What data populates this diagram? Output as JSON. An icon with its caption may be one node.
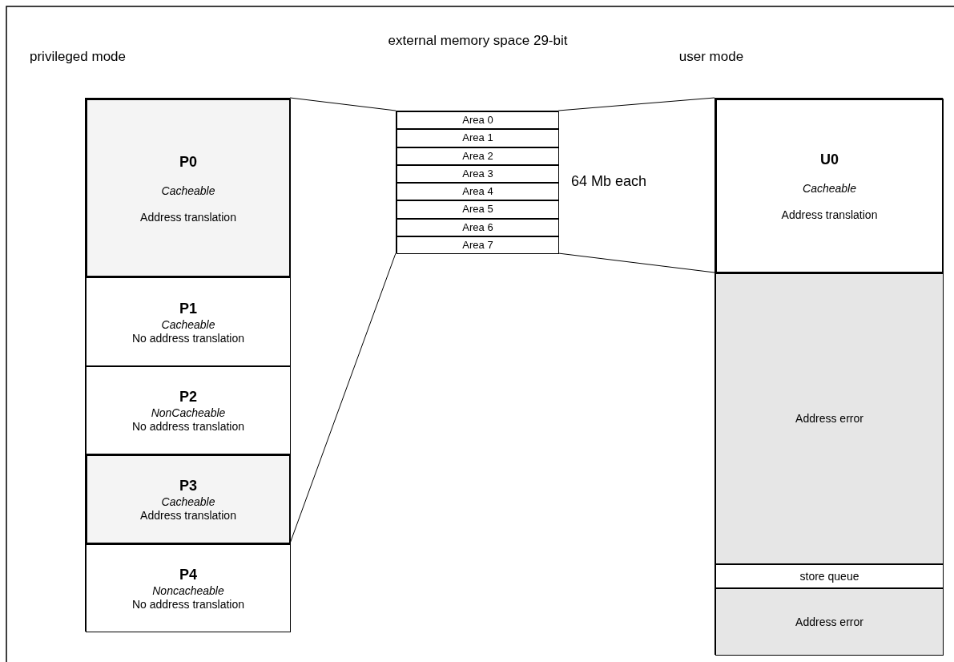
{
  "diagram": {
    "nodes": [
      {
        "text": [
          "privileged mode"
        ]
      },
      {
        "text": [
          "P0",
          "Cacheable",
          "Address translation"
        ],
        "in": 0
      },
      {
        "text": [
          "P1",
          "Cacheable",
          "No address translation"
        ],
        "in": 0
      },
      {
        "text": [
          "P2",
          "NonCacheable",
          "No address translation"
        ],
        "in": 0
      },
      {
        "text": [
          "P3",
          "Cacheable",
          "Address translation"
        ],
        "in": 0
      },
      {
        "text": [
          "P4",
          "Noncacheable",
          "No address translation"
        ],
        "in": 0
      },
      {
        "text": [
          "external memory space 29-bit"
        ],
        "beside": [
          "64 Mb each"
        ]
      },
      {
        "text": [
          "Area 0"
        ],
        "in": 6
      },
      {
        "text": [
          "Area 1"
        ],
        "in": 6
      },
      {
        "text": [
          "Area 2"
        ],
        "in": 6
      },
      {
        "text": [
          "Area 3"
        ],
        "in": 6
      },
      {
        "text": [
          "Area 4"
        ],
        "in": 6
      },
      {
        "text": [
          "Area 5"
        ],
        "in": 6
      },
      {
        "text": [
          "Area 6"
        ],
        "in": 6
      },
      {
        "text": [
          "Area 7"
        ],
        "in": 6
      },
      {
        "text": [
          "user mode"
        ]
      },
      {
        "text": [
          "U0",
          "Cacheable",
          "Address translation"
        ],
        "in": 15
      },
      {
        "text": [
          "Address error"
        ],
        "in": 15
      },
      {
        "text": [
          "store queue"
        ],
        "in": 15
      },
      {
        "text": [
          "Address error"
        ],
        "in": 15
      }
    ],
    "edges": [
      {
        "from": 1,
        "to": 6,
        "arrow": "none"
      },
      {
        "from": 4,
        "to": 6,
        "arrow": "none"
      },
      {
        "from": 16,
        "to": 6,
        "arrow": "none"
      },
      {
        "from": 16,
        "to": 6,
        "arrow": "none"
      }
    ]
  }
}
